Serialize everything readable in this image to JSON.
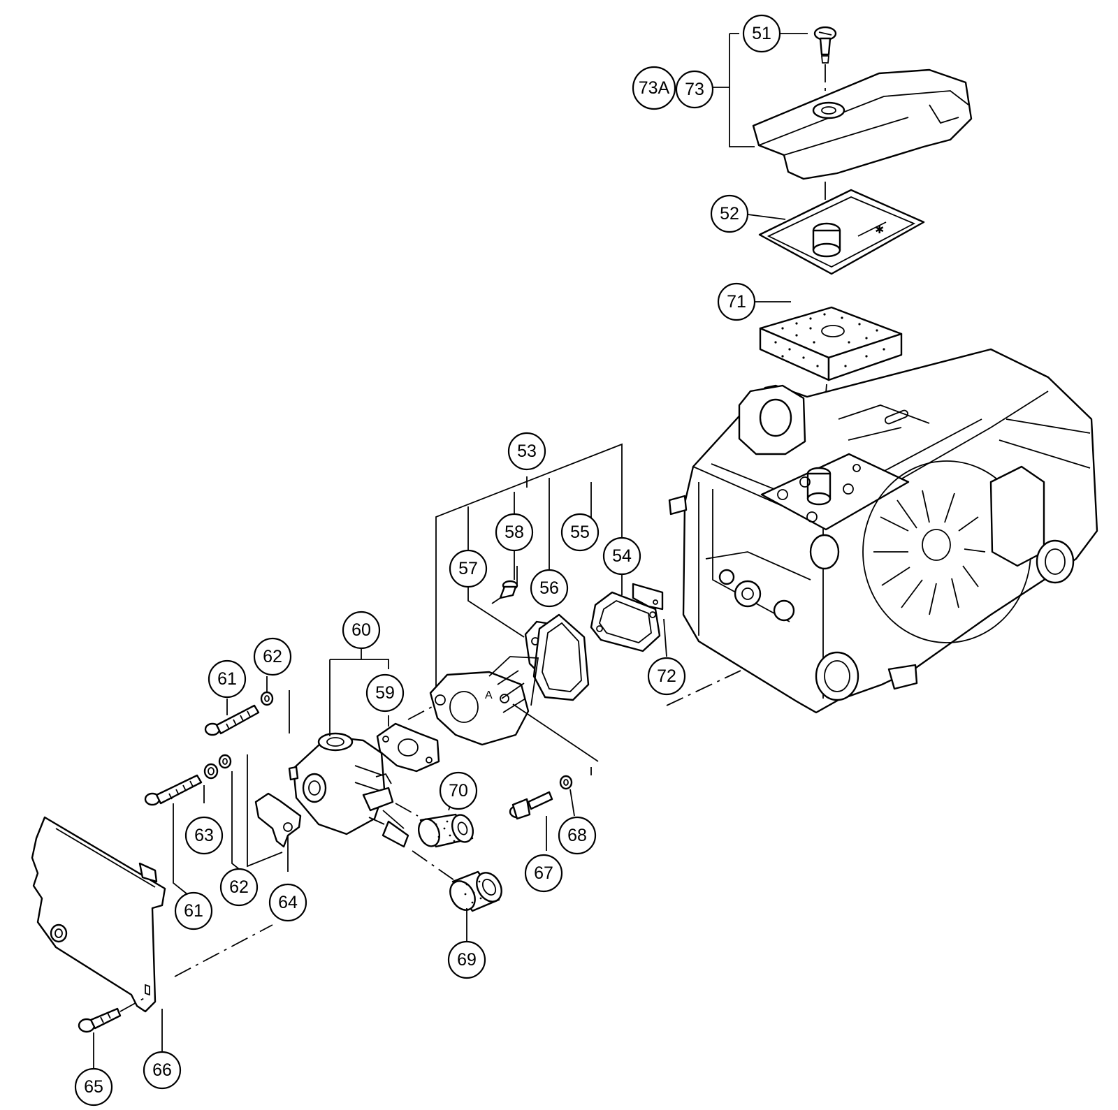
{
  "callouts": {
    "c51": "51",
    "c73a": "73A",
    "c73": "73",
    "c52": "52",
    "c71": "71",
    "c53": "53",
    "c58": "58",
    "c55": "55",
    "c57": "57",
    "c54": "54",
    "c56": "56",
    "c60": "60",
    "c62a": "62",
    "c61a": "61",
    "c59": "59",
    "c72": "72",
    "c70": "70",
    "c63": "63",
    "c68": "68",
    "c62b": "62",
    "c64": "64",
    "c67": "67",
    "c61b": "61",
    "c69": "69",
    "c66": "66",
    "c65": "65"
  }
}
